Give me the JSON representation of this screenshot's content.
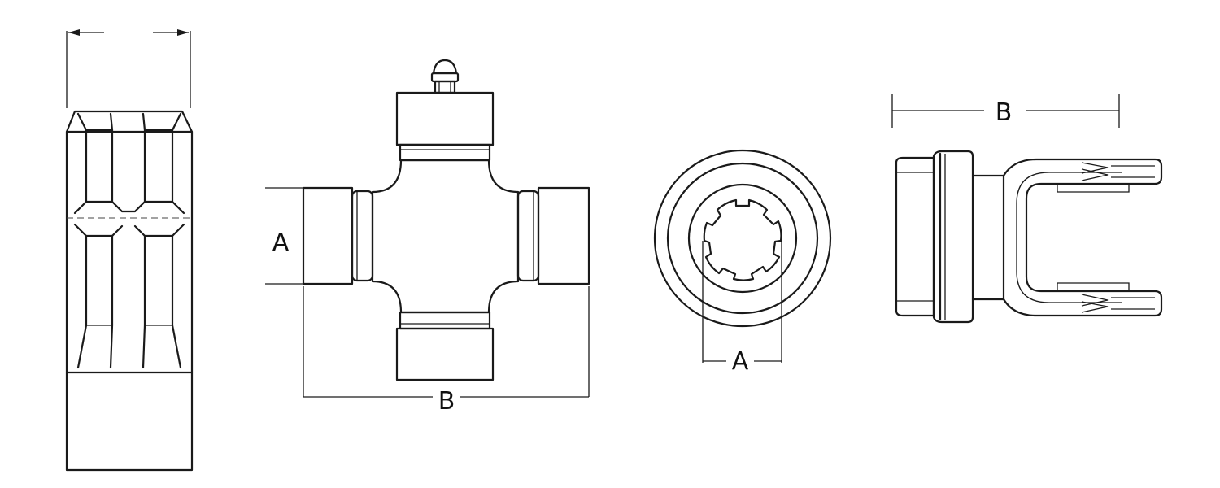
{
  "views": {
    "splined_sleeve": {
      "labels": []
    },
    "cross_journal": {
      "dim_a_label": "A",
      "dim_b_label": "B"
    },
    "hub_end": {
      "dim_a_label": "A"
    },
    "yoke_side": {
      "dim_b_label": "B"
    }
  },
  "colors": {
    "line": "#1a1a1a",
    "background": "#ffffff"
  }
}
